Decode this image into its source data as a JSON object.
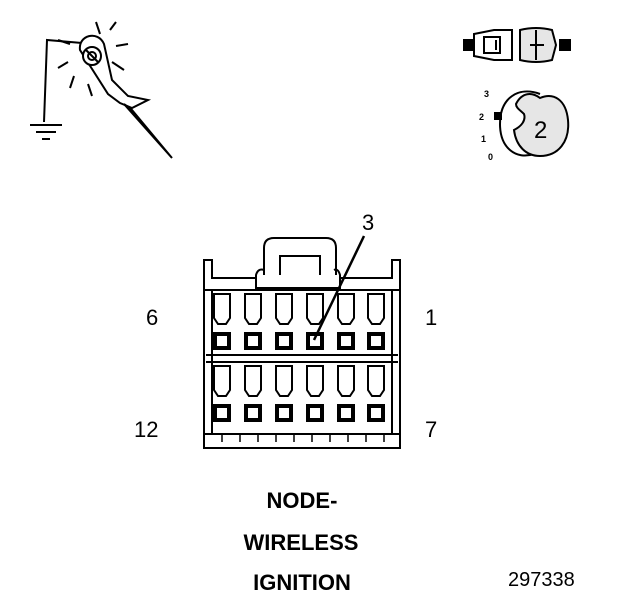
{
  "connector": {
    "top_left_pin": "6",
    "top_right_pin": "1",
    "bottom_left_pin": "12",
    "bottom_right_pin": "7",
    "callout_pin": "3"
  },
  "title": {
    "line1": "NODE-",
    "line2": "WIRELESS",
    "line3": "IGNITION"
  },
  "figure_number": "297338",
  "ignition_key": {
    "positions": [
      "3",
      "2",
      "1",
      "0"
    ],
    "key_label": "2"
  },
  "icons": {
    "probe": "test-probe-icon",
    "ground": "ground-symbol-icon",
    "disconnect": "disconnected-connector-icon",
    "key": "ignition-key-icon"
  },
  "colors": {
    "line": "#000000",
    "background": "#ffffff",
    "key_fill": "#e6e6e6"
  }
}
